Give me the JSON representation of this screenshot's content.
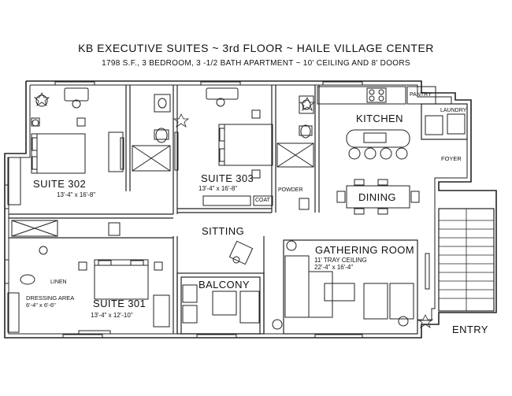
{
  "header": {
    "title": "KB EXECUTIVE SUITES ~ 3rd FLOOR ~ HAILE VILLAGE CENTER",
    "subtitle": "1798 S.F., 3 BEDROOM, 3 -1/2 BATH APARTMENT ~ 10' CEILING AND 8' DOORS"
  },
  "rooms": {
    "suite302": {
      "name": "SUITE 302",
      "dims": "13'-4\" x 16'-8\""
    },
    "suite303": {
      "name": "SUITE 303",
      "dims": "13'-4\" x 16'-8\""
    },
    "suite301": {
      "name": "SUITE 301",
      "dims": "13'-4\" x 12'-10\""
    },
    "kitchen": {
      "name": "KITCHEN"
    },
    "dining": {
      "name": "DINING"
    },
    "sitting": {
      "name": "SITTING"
    },
    "balcony": {
      "name": "BALCONY"
    },
    "gathering": {
      "name": "GATHERING ROOM",
      "ceiling": "11' TRAY CEILING",
      "dims": "22'-4\" x 16'-4\""
    },
    "dressing": {
      "name": "DRESSING AREA",
      "dims": "6'-4\" x 6'-6\""
    },
    "entry": {
      "name": "ENTRY"
    },
    "foyer": {
      "name": "FOYER"
    },
    "pantry": {
      "name": "PANTRY"
    },
    "laundry": {
      "name": "LAUNDRY"
    },
    "powder": {
      "name": "POWDER"
    },
    "coat": {
      "name": "COAT"
    },
    "linen": {
      "name": "LINEN"
    }
  }
}
